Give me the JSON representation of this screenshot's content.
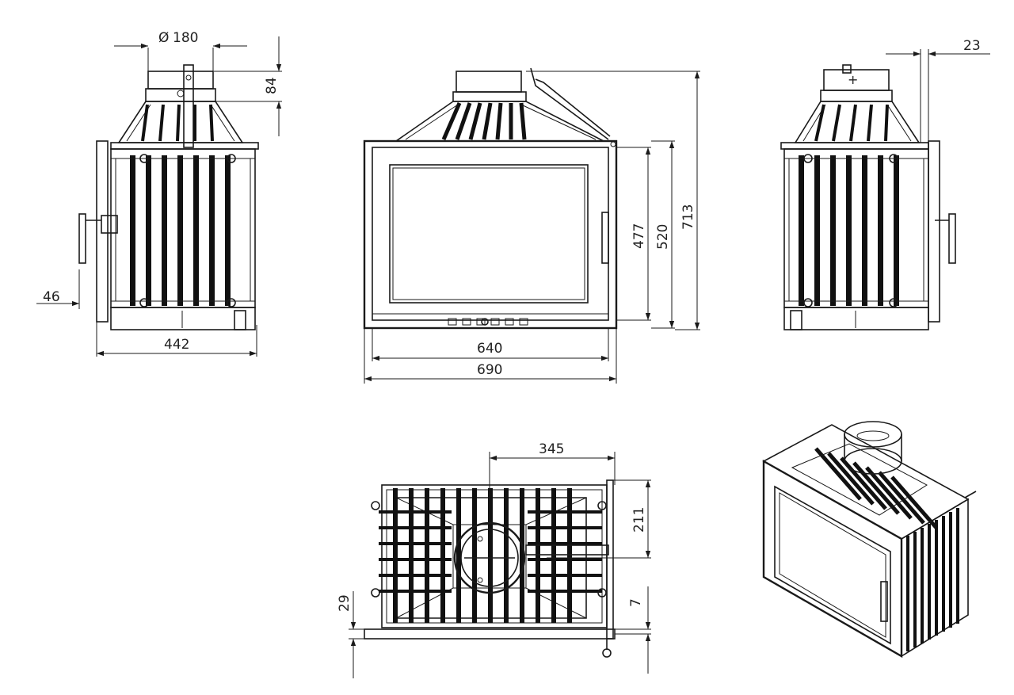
{
  "views": {
    "side_left": {
      "dimensions": {
        "flue_diameter": "180",
        "collar_height": "84",
        "depth": "442",
        "offset": "46"
      },
      "flue_symbol": "Ø"
    },
    "front": {
      "dimensions": {
        "glass_width": "640",
        "overall_width": "690",
        "glass_height": "477",
        "door_height": "520",
        "overall_height": "713"
      }
    },
    "side_right": {
      "dimensions": {
        "offset": "23"
      }
    },
    "top": {
      "dimensions": {
        "flue_offset_x": "345",
        "flue_offset_y": "211",
        "frame_depth": "29",
        "door_offset": "7"
      }
    },
    "isometric": {}
  }
}
